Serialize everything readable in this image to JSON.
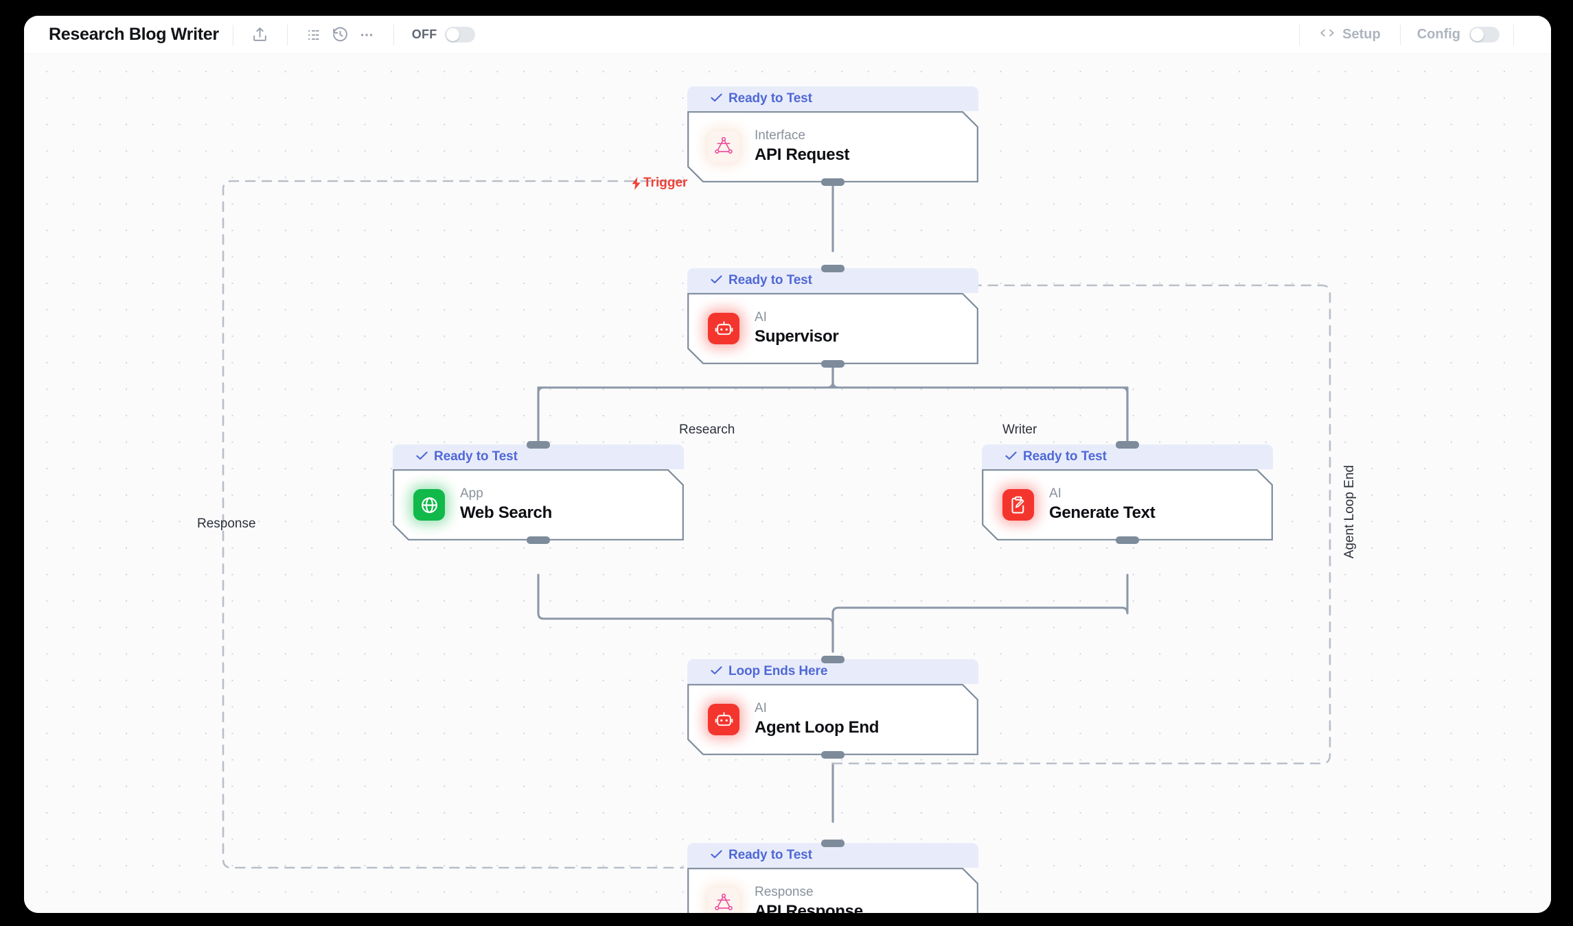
{
  "topbar": {
    "workflow_title": "Research Blog Writer",
    "share_icon": "upload-share-icon",
    "list_icon": "list-icon",
    "history_icon": "history-icon",
    "more_icon": "more-horizontal-icon",
    "enabled_label": "OFF",
    "enabled_state": false,
    "setup_label": "Setup",
    "setup_icon": "code-brackets-icon",
    "config_label": "Config",
    "config_state": false
  },
  "canvas": {
    "labels": {
      "trigger": "Trigger",
      "trigger_icon": "lightning-bolt-icon",
      "research": "Research",
      "writer": "Writer",
      "response": "Response",
      "loop_boundary": "Agent Loop End"
    },
    "colors": {
      "status_text": "#4f68d6",
      "status_bg": "#e8ecfa",
      "ai_icon": "#f4352e",
      "app_icon": "#11b84a",
      "interface_icon": "#ec4899",
      "trigger": "#ef4136",
      "edge": "#8c98a8",
      "dashed_loop": "#b9bfc8"
    }
  },
  "nodes": [
    {
      "id": "api-request",
      "status": "Ready to Test",
      "kind": "Interface",
      "name": "API Request",
      "icon": "graphql-icon",
      "icon_style": "pink"
    },
    {
      "id": "supervisor",
      "status": "Ready to Test",
      "kind": "AI",
      "name": "Supervisor",
      "icon": "robot-icon",
      "icon_style": "red"
    },
    {
      "id": "web-search",
      "status": "Ready to Test",
      "kind": "App",
      "name": "Web Search",
      "icon": "globe-icon",
      "icon_style": "green"
    },
    {
      "id": "generate-text",
      "status": "Ready to Test",
      "kind": "AI",
      "name": "Generate Text",
      "icon": "clipboard-pencil-icon",
      "icon_style": "red"
    },
    {
      "id": "agent-loop-end",
      "status": "Loop Ends Here",
      "kind": "AI",
      "name": "Agent Loop End",
      "icon": "robot-icon",
      "icon_style": "red"
    },
    {
      "id": "api-response",
      "status": "Ready to Test",
      "kind": "Response",
      "name": "API Response",
      "icon": "graphql-icon",
      "icon_style": "pink"
    }
  ]
}
